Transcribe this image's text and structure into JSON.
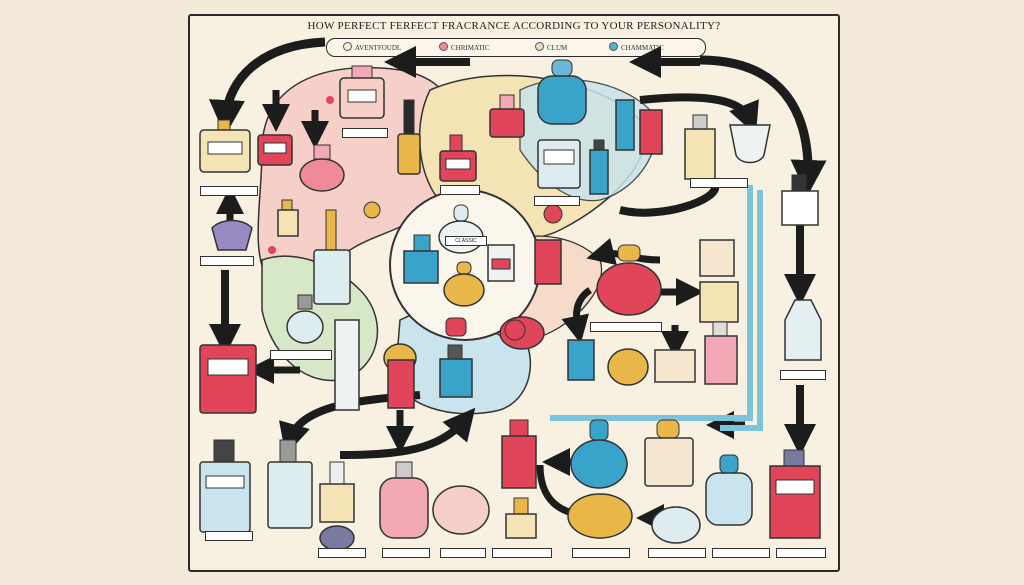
{
  "title": "HOW PERFECT FERFECT FRACRANCE ACCORDING TO YOUR PERSONALITY?",
  "legend": [
    {
      "label": "AVENTFOUDL",
      "color": "#f7f0e0"
    },
    {
      "label": "CHRIMATIC",
      "color": "#f08a9a"
    },
    {
      "label": "CLUM",
      "color": "#e8d9c0"
    },
    {
      "label": "CHAMMATIC",
      "color": "#4fb3d6"
    }
  ],
  "center_label": "CLASSIC",
  "colors": {
    "region_pink": "#f5cfc8",
    "region_yellow": "#f3e3b5",
    "region_blue": "#c9e4ec",
    "region_green": "#d7e8c8",
    "flow_blue": "#7cc4dc",
    "bottle_red": "#e0455a",
    "bottle_blue": "#3aa3c9",
    "bottle_gold": "#e9b64a",
    "bottle_pink": "#f3a8b6"
  }
}
